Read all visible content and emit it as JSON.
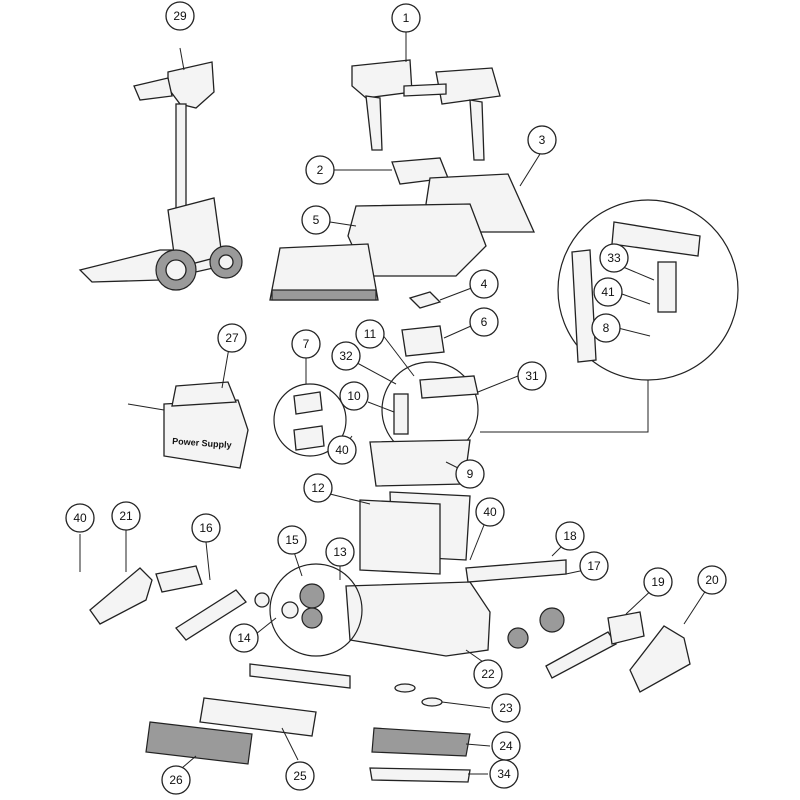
{
  "diagram": {
    "callouts": [
      {
        "id": "1",
        "label": "1"
      },
      {
        "id": "2",
        "label": "2"
      },
      {
        "id": "3",
        "label": "3"
      },
      {
        "id": "4",
        "label": "4"
      },
      {
        "id": "5",
        "label": "5"
      },
      {
        "id": "6",
        "label": "6"
      },
      {
        "id": "7",
        "label": "7"
      },
      {
        "id": "8",
        "label": "8"
      },
      {
        "id": "9",
        "label": "9"
      },
      {
        "id": "10",
        "label": "10"
      },
      {
        "id": "11",
        "label": "11"
      },
      {
        "id": "12",
        "label": "12"
      },
      {
        "id": "13",
        "label": "13"
      },
      {
        "id": "14",
        "label": "14"
      },
      {
        "id": "15",
        "label": "15"
      },
      {
        "id": "16",
        "label": "16"
      },
      {
        "id": "17",
        "label": "17"
      },
      {
        "id": "18",
        "label": "18"
      },
      {
        "id": "19",
        "label": "19"
      },
      {
        "id": "20",
        "label": "20"
      },
      {
        "id": "21",
        "label": "21"
      },
      {
        "id": "22",
        "label": "22"
      },
      {
        "id": "23",
        "label": "23"
      },
      {
        "id": "24",
        "label": "24"
      },
      {
        "id": "25",
        "label": "25"
      },
      {
        "id": "26",
        "label": "26"
      },
      {
        "id": "27",
        "label": "27"
      },
      {
        "id": "29",
        "label": "29"
      },
      {
        "id": "31",
        "label": "31"
      },
      {
        "id": "32",
        "label": "32"
      },
      {
        "id": "33",
        "label": "33"
      },
      {
        "id": "34",
        "label": "34"
      },
      {
        "id": "40a",
        "label": "40"
      },
      {
        "id": "40b",
        "label": "40"
      },
      {
        "id": "40c",
        "label": "40"
      },
      {
        "id": "41",
        "label": "41"
      }
    ],
    "power_supply_label": "Power Supply"
  }
}
